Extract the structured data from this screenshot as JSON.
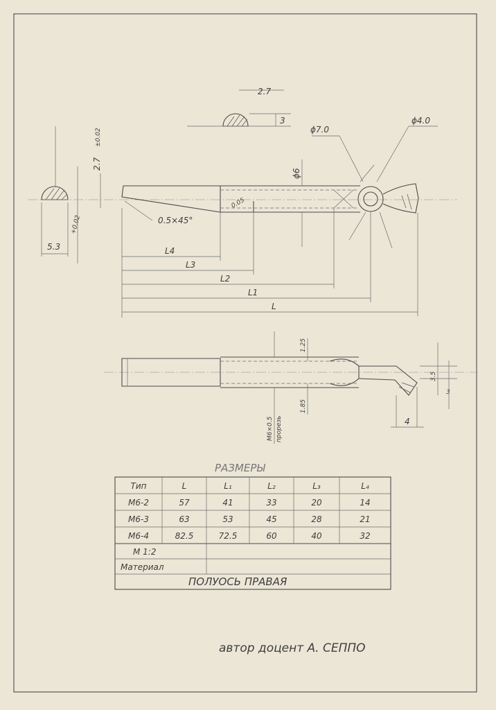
{
  "drawing": {
    "dim_labels": {
      "top_bar": "2.7",
      "top_tol": "±0.02",
      "flat_depth": "3",
      "dia_7": "ϕ7.0",
      "dia_4": "ϕ4.0",
      "dia_6": "ϕ6",
      "chamfer": "0.5×45°",
      "chamfer_small": "0.05",
      "width_53": "5.3",
      "tol_53": "+0.02",
      "L4": "L4",
      "L3": "L3",
      "L2": "L2",
      "L1": "L1",
      "L": "L",
      "d125": "1.25",
      "d185": "1.85",
      "d35": "3.5",
      "d3": "3",
      "d4": "4",
      "thread": "M6×0.5",
      "thread_note": "прорезь"
    }
  },
  "table": {
    "caption": "РАЗМЕРЫ",
    "headers": [
      "Тип",
      "L",
      "L₁",
      "L₂",
      "L₃",
      "L₄"
    ],
    "rows": [
      [
        "M6-2",
        "57",
        "41",
        "33",
        "20",
        "14"
      ],
      [
        "M6-3",
        "63",
        "53",
        "45",
        "28",
        "21"
      ],
      [
        "M6-4",
        "82.5",
        "72.5",
        "60",
        "40",
        "32"
      ]
    ],
    "scale": "M 1:2",
    "material": "Материал",
    "part_name": "ПОЛУОСЬ ПРАВАЯ"
  },
  "author": "автор доцент А. СЕППО"
}
